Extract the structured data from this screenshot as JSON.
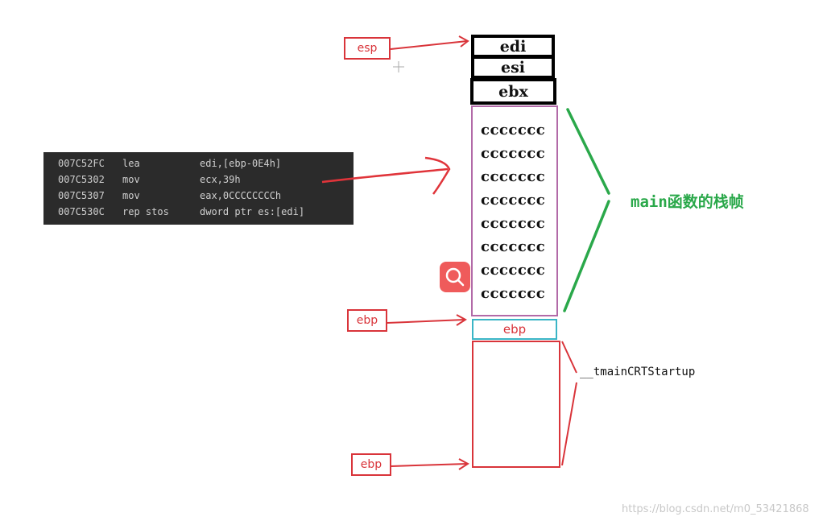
{
  "labels": {
    "esp": "esp",
    "ebp_top": "ebp",
    "ebp_bottom": "ebp"
  },
  "registers": [
    "edi",
    "esi",
    "ebx"
  ],
  "frame_cells": [
    "ccccccc",
    "ccccccc",
    "ccccccc",
    "ccccccc",
    "ccccccc",
    "ccccccc",
    "ccccccc",
    "ccccccc"
  ],
  "ebp_cell": "ebp",
  "main_frame_label": "main函数的栈帧",
  "crt_label": "__tmainCRTStartup",
  "code": {
    "rows": [
      {
        "addr": "007C52FC",
        "op": "lea",
        "args": "edi,[ebp-0E4h]"
      },
      {
        "addr": "007C5302",
        "op": "mov",
        "args": "ecx,39h"
      },
      {
        "addr": "007C5307",
        "op": "mov",
        "args": "eax,0CCCCCCCCh"
      },
      {
        "addr": "007C530C",
        "op": "rep stos",
        "args": "dword ptr es:[edi]"
      }
    ]
  },
  "watermark": "https://blog.csdn.net/m0_53421868",
  "colors": {
    "arrow": "#d9343a",
    "brace": "#2aa84a",
    "frame_border": "#b26aa8",
    "ebp_cell_border": "#3ab5c6",
    "code_bg": "#2b2b2b"
  },
  "icons": {
    "search": "search-icon",
    "crosshair": "crosshair-icon"
  }
}
